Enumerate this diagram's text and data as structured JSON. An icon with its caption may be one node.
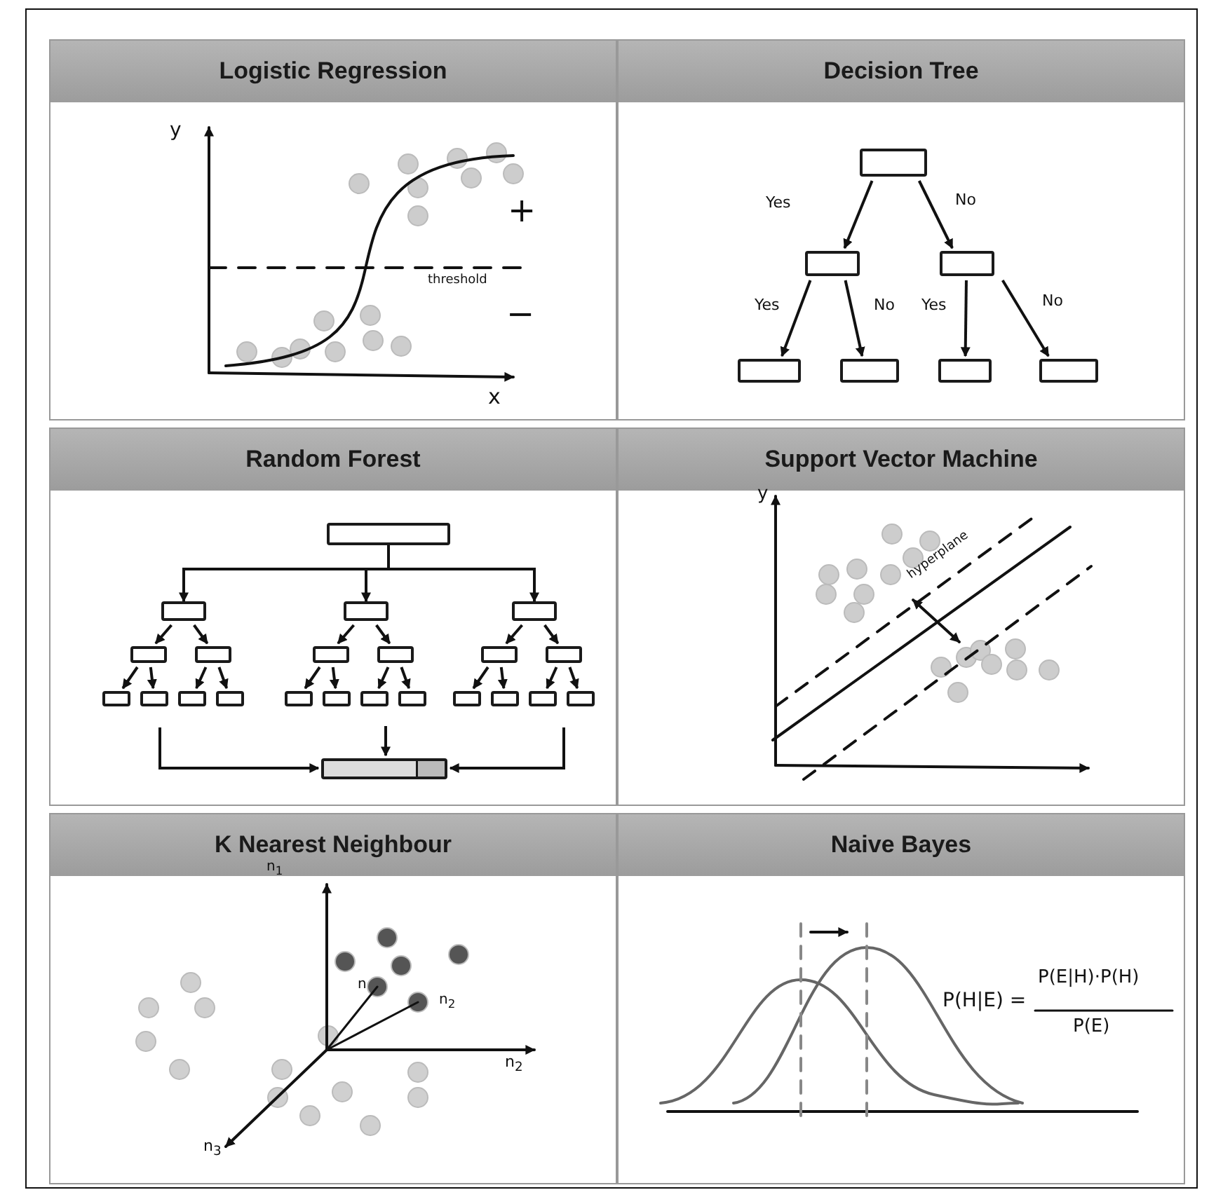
{
  "diagram": {
    "nodes": [
      {
        "text": [
          "Logistic Regression"
        ]
      },
      {
        "text": [
          "Decision Tree"
        ]
      },
      {
        "text": [],
        "shape": "box",
        "in": 1
      },
      {
        "text": [],
        "shape": "box",
        "in": 1
      },
      {
        "text": [],
        "shape": "box",
        "in": 1
      },
      {
        "text": [],
        "shape": "box",
        "in": 1
      },
      {
        "text": [],
        "shape": "box",
        "in": 1
      },
      {
        "text": [],
        "shape": "box",
        "in": 1
      },
      {
        "text": [],
        "shape": "box",
        "in": 1
      },
      {
        "text": [
          "Random Forest"
        ]
      },
      {
        "text": [],
        "shape": "box",
        "in": 9
      },
      {
        "text": [],
        "shape": "box",
        "in": 9
      },
      {
        "text": [],
        "shape": "box",
        "in": 9
      },
      {
        "text": [],
        "shape": "box",
        "in": 9
      },
      {
        "text": [],
        "shape": "box",
        "in": 9
      },
      {
        "text": [],
        "shape": "box",
        "in": 9
      },
      {
        "text": [],
        "shape": "box",
        "in": 9
      },
      {
        "text": [],
        "shape": "box",
        "in": 9
      },
      {
        "text": [],
        "shape": "box",
        "in": 9
      },
      {
        "text": [],
        "shape": "box",
        "in": 9
      },
      {
        "text": [],
        "shape": "box",
        "in": 9
      },
      {
        "text": [],
        "shape": "box",
        "in": 9
      },
      {
        "text": [],
        "shape": "box",
        "in": 9
      },
      {
        "text": [],
        "shape": "box",
        "in": 9
      },
      {
        "text": [],
        "shape": "box",
        "in": 9
      },
      {
        "text": [],
        "shape": "box",
        "in": 9
      },
      {
        "text": [],
        "shape": "box",
        "in": 9
      },
      {
        "text": [],
        "shape": "box",
        "in": 9
      },
      {
        "text": [],
        "shape": "box",
        "in": 9
      },
      {
        "text": [],
        "shape": "box",
        "in": 9
      },
      {
        "text": [],
        "shape": "box",
        "in": 9
      },
      {
        "text": [],
        "shape": "box",
        "in": 9
      },
      {
        "text": [],
        "shape": "bar",
        "in": 9
      },
      {
        "text": [
          "Support Vector Machine"
        ]
      },
      {
        "text": [
          "K Nearest Neighbour"
        ]
      },
      {
        "text": [
          "Naive Bayes"
        ]
      }
    ],
    "edges": [
      {
        "from": 2,
        "to": 3,
        "arrow": "to",
        "label": "Yes"
      },
      {
        "from": 2,
        "to": 4,
        "arrow": "to",
        "label": "No"
      },
      {
        "from": 3,
        "to": 5,
        "arrow": "to",
        "label": "Yes"
      },
      {
        "from": 3,
        "to": 6,
        "arrow": "to",
        "label": "No"
      },
      {
        "from": 4,
        "to": 7,
        "arrow": "to",
        "label": "Yes"
      },
      {
        "from": 4,
        "to": 8,
        "arrow": "to",
        "label": "No"
      },
      {
        "from": 10,
        "to": 11,
        "arrow": "to"
      },
      {
        "from": 10,
        "to": 12,
        "arrow": "to"
      },
      {
        "from": 10,
        "to": 13,
        "arrow": "to"
      },
      {
        "from": 11,
        "to": 14,
        "arrow": "to"
      },
      {
        "from": 11,
        "to": 15,
        "arrow": "to"
      },
      {
        "from": 12,
        "to": 16,
        "arrow": "to"
      },
      {
        "from": 12,
        "to": 17,
        "arrow": "to"
      },
      {
        "from": 13,
        "to": 18,
        "arrow": "to"
      },
      {
        "from": 13,
        "to": 19,
        "arrow": "to"
      },
      {
        "from": 14,
        "to": 20,
        "arrow": "to"
      },
      {
        "from": 14,
        "to": 21,
        "arrow": "to"
      },
      {
        "from": 15,
        "to": 22,
        "arrow": "to"
      },
      {
        "from": 15,
        "to": 23,
        "arrow": "to"
      },
      {
        "from": 16,
        "to": 24,
        "arrow": "to"
      },
      {
        "from": 16,
        "to": 25,
        "arrow": "to"
      },
      {
        "from": 17,
        "to": 26,
        "arrow": "to"
      },
      {
        "from": 17,
        "to": 27,
        "arrow": "to"
      },
      {
        "from": 18,
        "to": 28,
        "arrow": "to"
      },
      {
        "from": 18,
        "to": 29,
        "arrow": "to"
      },
      {
        "from": 19,
        "to": 30,
        "arrow": "to"
      },
      {
        "from": 19,
        "to": 31,
        "arrow": "to"
      },
      {
        "from": null,
        "to": 32,
        "arrow": "to"
      },
      {
        "from": null,
        "to": 32,
        "arrow": "to"
      },
      {
        "from": null,
        "to": 32,
        "arrow": "to"
      }
    ],
    "labels": [
      "y",
      "+",
      "threshold",
      "−",
      "x",
      "y",
      "hyperplane",
      "n$_{1}$",
      "n",
      "n$_{2}$",
      "n$_{2}$",
      "n$_{3}$",
      "P(H|E) =",
      "P(E|H)·P(H)",
      "P(E)"
    ]
  }
}
